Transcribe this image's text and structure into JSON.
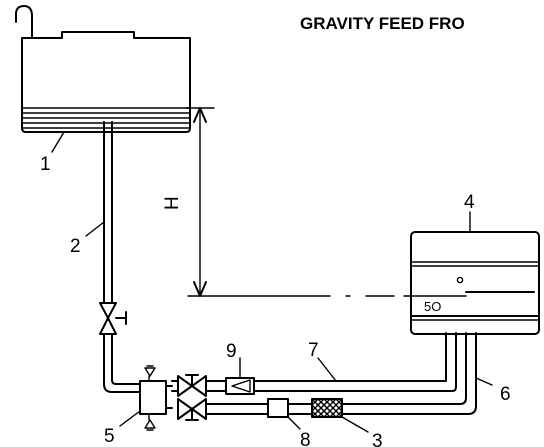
{
  "title": "GRAVITY FEED FRO",
  "height_label": "H",
  "gauge_label": "5O",
  "labels": {
    "n1": "1",
    "n2": "2",
    "n3": "3",
    "n4": "4",
    "n5": "5",
    "n6": "6",
    "n7": "7",
    "n8": "8",
    "n9": "9"
  }
}
